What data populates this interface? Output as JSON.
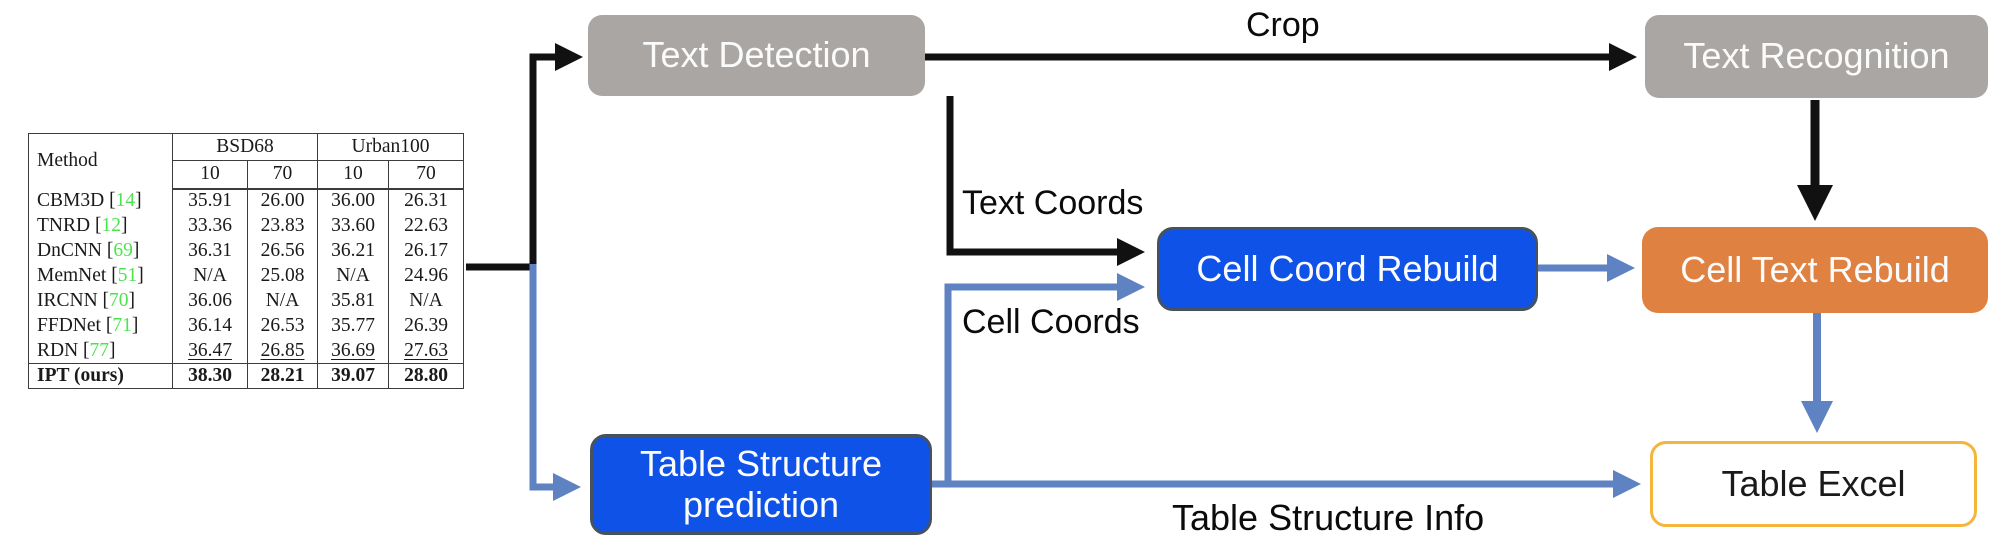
{
  "colors": {
    "gray_box": "#a9a6a3",
    "blue_box": "#0e52e8",
    "blue_box_border": "#47525e",
    "orange_box": "#df8140",
    "excel_border": "#f4b63a",
    "black_line": "#111111",
    "blue_line": "#5e82c2",
    "ref_green": "#4ce44c"
  },
  "boxes": {
    "text_detection": {
      "label": "Text Detection"
    },
    "text_recognition": {
      "label": "Text Recognition"
    },
    "cell_coord_rebuild": {
      "label": "Cell Coord Rebuild"
    },
    "cell_text_rebuild": {
      "label": "Cell Text Rebuild"
    },
    "table_structure_prediction": {
      "label_line1": "Table Structure",
      "label_line2": "prediction"
    },
    "table_excel": {
      "label": "Table Excel"
    }
  },
  "edge_labels": {
    "crop": "Crop",
    "text_coords": "Text Coords",
    "cell_coords": "Cell Coords",
    "table_structure_info": "Table Structure Info"
  },
  "table": {
    "header": {
      "method": "Method",
      "group1": "BSD68",
      "group2": "Urban100",
      "sub": [
        "10",
        "70",
        "10",
        "70"
      ]
    },
    "rows": [
      {
        "method": "CBM3D",
        "ref": "14",
        "values": [
          "35.91",
          "26.00",
          "36.00",
          "26.31"
        ]
      },
      {
        "method": "TNRD",
        "ref": "12",
        "values": [
          "33.36",
          "23.83",
          "33.60",
          "22.63"
        ]
      },
      {
        "method": "DnCNN",
        "ref": "69",
        "values": [
          "36.31",
          "26.56",
          "36.21",
          "26.17"
        ]
      },
      {
        "method": "MemNet",
        "ref": "51",
        "values": [
          "N/A",
          "25.08",
          "N/A",
          "24.96"
        ]
      },
      {
        "method": "IRCNN",
        "ref": "70",
        "values": [
          "36.06",
          "N/A",
          "35.81",
          "N/A"
        ]
      },
      {
        "method": "FFDNet",
        "ref": "71",
        "values": [
          "36.14",
          "26.53",
          "35.77",
          "26.39"
        ]
      },
      {
        "method": "RDN",
        "ref": "77",
        "values": [
          "36.47",
          "26.85",
          "36.69",
          "27.63"
        ],
        "underline": true
      },
      {
        "method": "IPT (ours)",
        "ref": null,
        "values": [
          "38.30",
          "28.21",
          "39.07",
          "28.80"
        ],
        "bold": true
      }
    ]
  }
}
